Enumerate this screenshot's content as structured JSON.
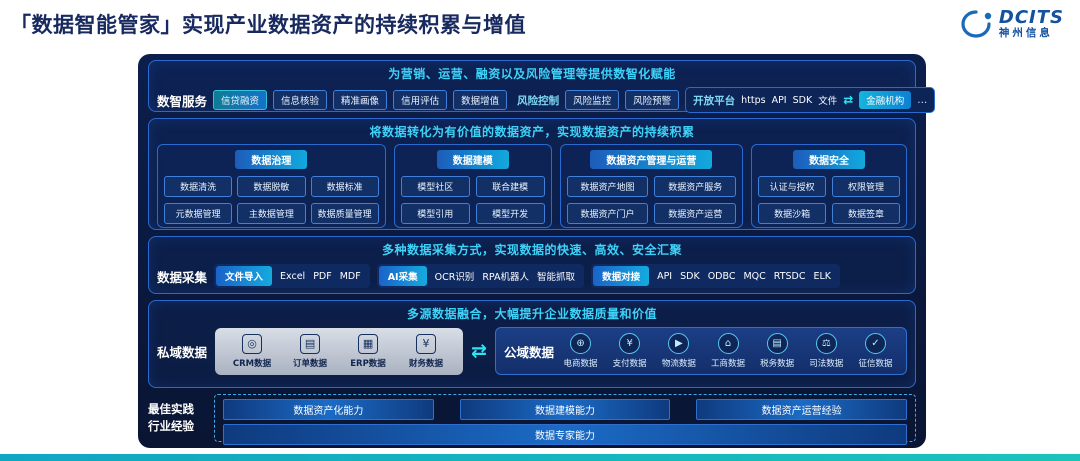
{
  "page": {
    "title": "「数据智能管家」实现产业数据资产的持续积累与增值"
  },
  "logo": {
    "brand": "DCITS",
    "company": "神州信息"
  },
  "row_service": {
    "header": "为营销、运营、融资以及风险管理等提供数智化赋能",
    "label": "数智服务",
    "chips": [
      "信贷融资",
      "信息核验",
      "精准画像",
      "信用评估",
      "数据增值"
    ],
    "risk_label": "风险控制",
    "risk_chips": [
      "风险监控",
      "风险预警"
    ],
    "open_platform": {
      "label": "开放平台",
      "items": [
        "https",
        "API",
        "SDK",
        "文件"
      ],
      "arrow": "⇄",
      "badge": "金融机构",
      "more": "…"
    }
  },
  "row_asset": {
    "header": "将数据转化为有价值的数据资产，实现数据资产的持续积累",
    "groups": [
      {
        "title": "数据治理",
        "buttons": [
          "数据清洗",
          "数据脱敏",
          "数据标准",
          "元数据管理",
          "主数据管理",
          "数据质量管理"
        ]
      },
      {
        "title": "数据建模",
        "buttons": [
          "模型社区",
          "联合建模",
          "模型引用",
          "模型开发"
        ]
      },
      {
        "title": "数据资产管理与运营",
        "buttons": [
          "数据资产地图",
          "数据资产服务",
          "数据资产门户",
          "数据资产运营"
        ]
      },
      {
        "title": "数据安全",
        "buttons": [
          "认证与授权",
          "权限管理",
          "数据沙箱",
          "数据签章"
        ]
      }
    ]
  },
  "row_collect": {
    "header": "多种数据采集方式，实现数据的快速、高效、安全汇聚",
    "label": "数据采集",
    "groups": [
      {
        "tag": "文件导入",
        "items": [
          "Excel",
          "PDF",
          "MDF"
        ]
      },
      {
        "tag": "AI采集",
        "items": [
          "OCR识别",
          "RPA机器人",
          "智能抓取"
        ]
      },
      {
        "tag": "数据对接",
        "items": [
          "API",
          "SDK",
          "ODBC",
          "MQC",
          "RTSDC",
          "ELK"
        ]
      }
    ]
  },
  "row_fusion": {
    "header": "多源数据融合，大幅提升企业数据质量和价值",
    "private_label": "私域数据",
    "private_items": [
      {
        "glyph": "◎",
        "label": "CRM数据"
      },
      {
        "glyph": "▤",
        "label": "订单数据"
      },
      {
        "glyph": "▦",
        "label": "ERP数据"
      },
      {
        "glyph": "¥",
        "label": "财务数据"
      }
    ],
    "arrow": "⇄",
    "public_label": "公域数据",
    "public_items": [
      {
        "glyph": "⊕",
        "label": "电商数据"
      },
      {
        "glyph": "¥",
        "label": "支付数据"
      },
      {
        "glyph": "▶",
        "label": "物流数据"
      },
      {
        "glyph": "⌂",
        "label": "工商数据"
      },
      {
        "glyph": "▤",
        "label": "税务数据"
      },
      {
        "glyph": "⚖",
        "label": "司法数据"
      },
      {
        "glyph": "✓",
        "label": "征信数据"
      }
    ]
  },
  "row_practice": {
    "label_lines": [
      "最佳实践",
      "行业经验"
    ],
    "bars": [
      "数据资产化能力",
      "数据建模能力",
      "数据资产运营经验"
    ],
    "bottom_bar": "数据专家能力"
  }
}
